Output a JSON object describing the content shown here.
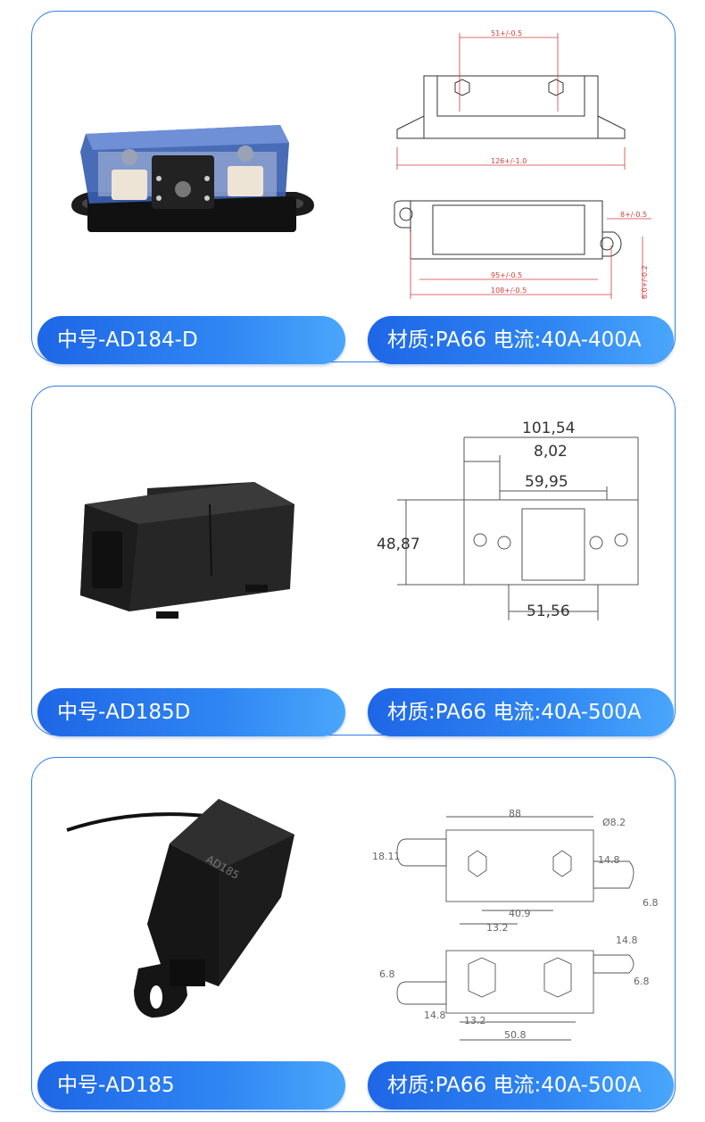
{
  "products": [
    {
      "model_label": "中号-AD184-D",
      "spec_label": "材质:PA66  电流:40A-400A",
      "drawing_dims": [
        "51+/-0.5",
        "126+/-1.0",
        "8+/-0.5",
        "95+/-0.5",
        "108+/-0.5",
        "6.0+/-0.2"
      ]
    },
    {
      "model_label": "中号-AD185D",
      "spec_label": "材质:PA66  电流:40A-500A",
      "drawing_dims": [
        "101,54",
        "8,02",
        "59,95",
        "48,87",
        "51,56"
      ]
    },
    {
      "model_label": "中号-AD185",
      "spec_label": "材质:PA66  电流:40A-500A",
      "product_marking": "AD185",
      "drawing_dims": [
        "88",
        "Ø8.2",
        "18.11",
        "14.8",
        "6.8",
        "40.9",
        "13.2",
        "14.8",
        "6.8",
        "6.8",
        "14.8",
        "13.2",
        "50.8"
      ]
    }
  ],
  "colors": {
    "accent": "#2f7fe6",
    "pill_start": "#1e66e6",
    "pill_end": "#49a6fb",
    "dim_red": "#d23c3c"
  }
}
